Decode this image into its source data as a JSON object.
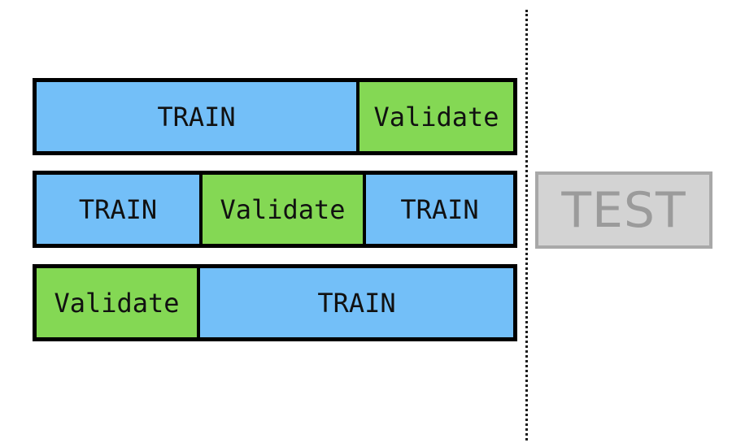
{
  "colors": {
    "train": "#73bff8",
    "validate": "#84d854",
    "test_fill": "#d3d3d3",
    "test_text": "#9b9b9b",
    "border": "#000000"
  },
  "folds": [
    {
      "segments": [
        {
          "type": "train",
          "label": "TRAIN"
        },
        {
          "type": "validate",
          "label": "Validate"
        }
      ]
    },
    {
      "segments": [
        {
          "type": "train",
          "label": "TRAIN"
        },
        {
          "type": "validate",
          "label": "Validate"
        },
        {
          "type": "train",
          "label": "TRAIN"
        }
      ]
    },
    {
      "segments": [
        {
          "type": "validate",
          "label": "Validate"
        },
        {
          "type": "train",
          "label": "TRAIN"
        }
      ]
    }
  ],
  "test": {
    "label": "TEST"
  }
}
